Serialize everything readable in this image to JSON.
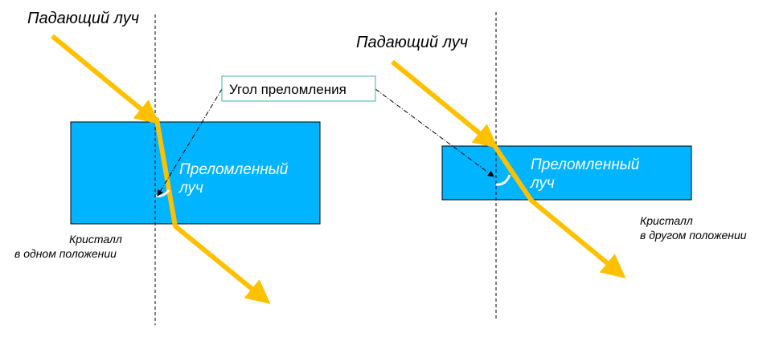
{
  "colors": {
    "crystal_fill": "#00b4ff",
    "ray": "#ffc000",
    "callout_border": "#3cb4a0",
    "angle_arc": "#ffffff"
  },
  "left": {
    "incident_label": "Падающий луч",
    "refracted_line1": "Преломленный",
    "refracted_line2": "луч",
    "crystal_line1": "Кристалл",
    "crystal_line2": "в одном положении"
  },
  "right": {
    "incident_label": "Падающий луч",
    "refracted_line1": "Преломленный",
    "refracted_line2": "луч",
    "crystal_line1": "Кристалл",
    "crystal_line2": "в другом положении"
  },
  "callout": {
    "label": "Угол преломления"
  }
}
